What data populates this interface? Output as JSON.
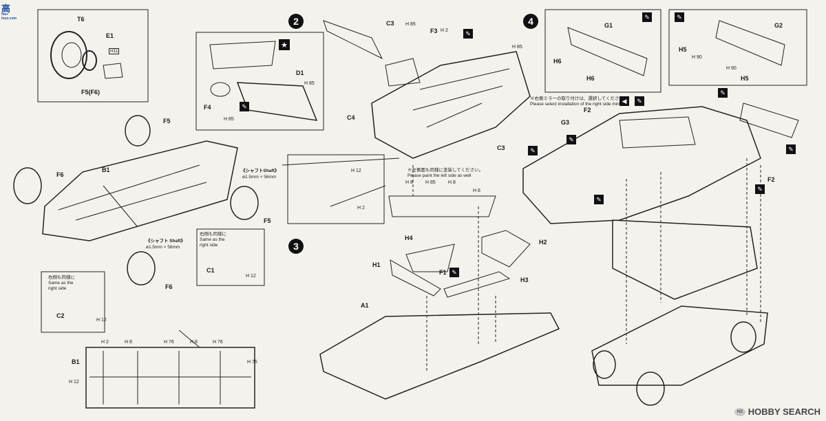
{
  "logos": {
    "top_left": "高",
    "top_left_sub": "hao-toys.com",
    "bottom_right": "HOBBY SEARCH"
  },
  "steps": [
    "2",
    "3",
    "4"
  ],
  "parts": {
    "T6": "T6",
    "E1": "E1",
    "F5F6": "F5(F6)",
    "F5a": "F5",
    "F5b": "F5",
    "F6a": "F6",
    "F6b": "F6",
    "B1a": "B1",
    "B1b": "B1",
    "C1": "C1",
    "C2": "C2",
    "C3a": "C3",
    "C3b": "C3",
    "C4": "C4",
    "D1": "D1",
    "F4": "F4",
    "F3": "F3",
    "F1": "F1",
    "F2a": "F2",
    "F2b": "F2",
    "G1": "G1",
    "G2": "G2",
    "G3": "G3",
    "H1": "H1",
    "H2": "H2",
    "H3": "H3",
    "H4": "H4",
    "H5a": "H5",
    "H5b": "H5",
    "H6a": "H6",
    "H6b": "H6",
    "A1": "A1"
  },
  "paints": {
    "H11": "H11",
    "H85a": "H 85",
    "H85b": "H 85",
    "H85c": "H 85",
    "H85d": "H 85",
    "H85e": "H 85",
    "H2a": "H 2",
    "H2b": "H 2",
    "H2c": "H 2",
    "H12a": "H 12",
    "H12b": "H 12",
    "H12c": "H 12",
    "H12d": "H 12",
    "H8a": "H 8",
    "H8b": "H 8",
    "H8c": "H 8",
    "H8d": "H 8",
    "H8e": "H 8",
    "H76a": "H 76",
    "H76b": "H 76",
    "H76c": "H 76",
    "H90a": "H 90",
    "H90b": "H 90"
  },
  "notes": {
    "shaft1_jp": "《シャフトShaft》",
    "shaft1_dim": "ø1.5mm × 56mm",
    "shaft2_jp": "《シャフト Shaft》",
    "shaft2_dim": "ø1.5mm × 56mm",
    "same_right1": "右側も同様に\nSame as the\nright side",
    "same_right2": "右側も同様に\nSame as the\nright side",
    "paint_left": "※左側面も同様に塗装してください。\nPlease paint the left side as well",
    "mirror": "※右側ミラーの取り付けは、選択してください。\nPlease select installation of the right side mirror."
  }
}
